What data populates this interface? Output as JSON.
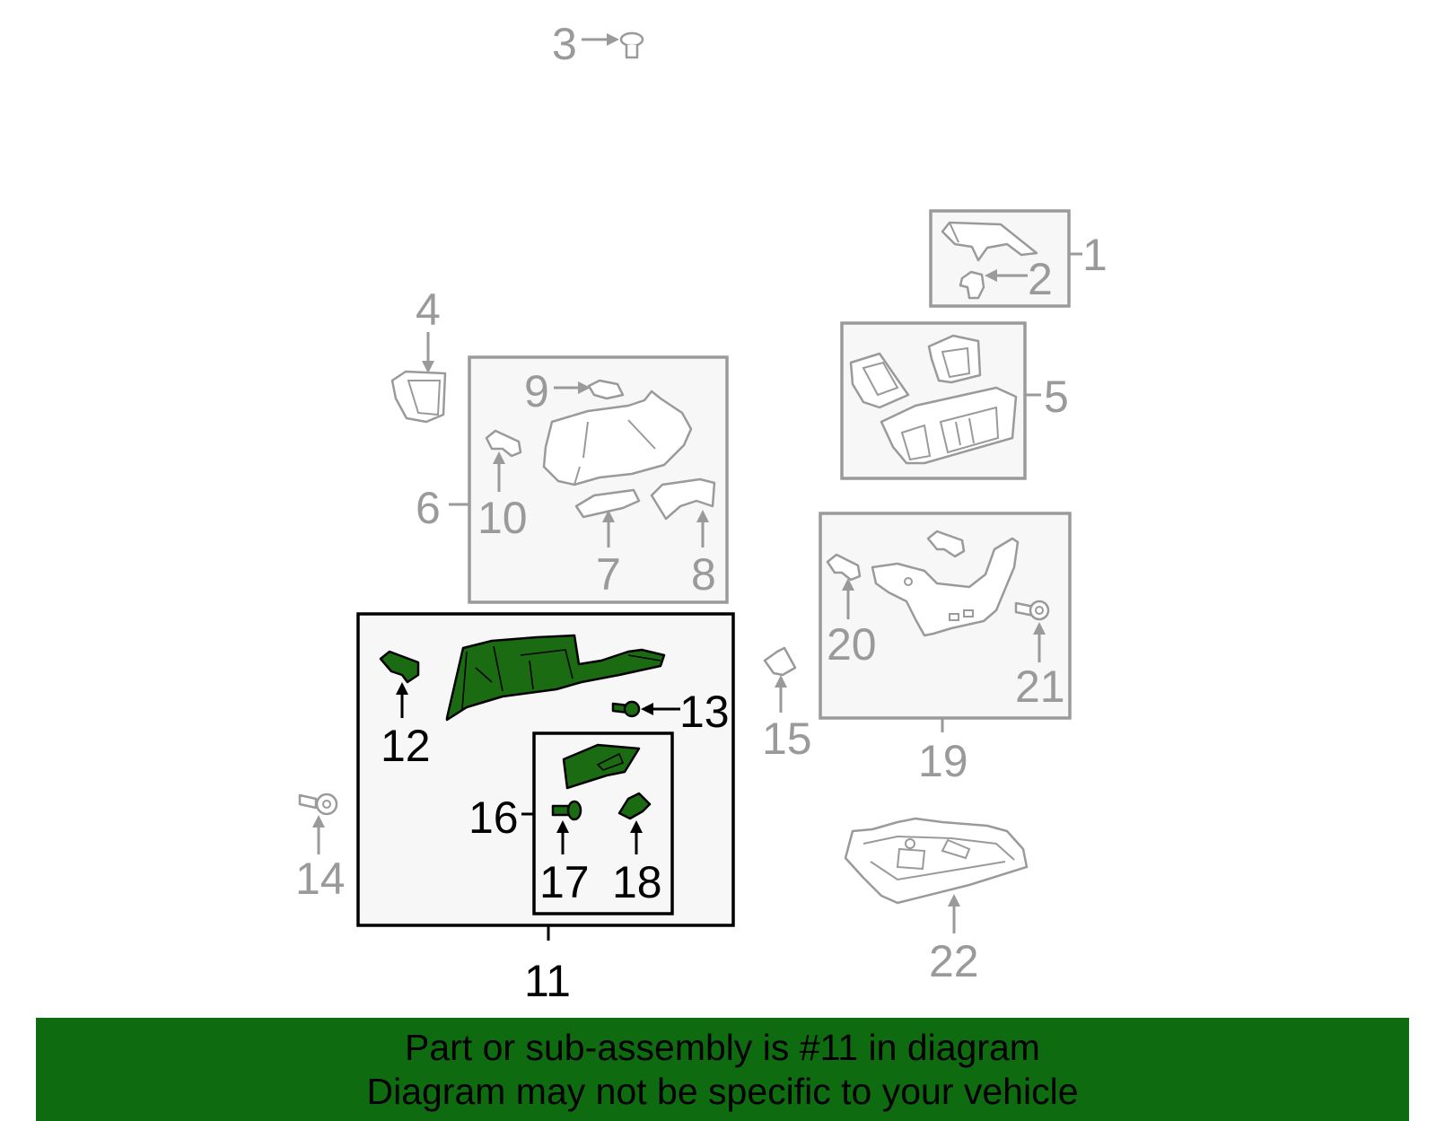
{
  "labels": {
    "c1": "1",
    "c2": "2",
    "c3": "3",
    "c4": "4",
    "c5": "5",
    "c6": "6",
    "c7": "7",
    "c8": "8",
    "c9": "9",
    "c10": "10",
    "c11": "11",
    "c12": "12",
    "c13": "13",
    "c14": "14",
    "c15": "15",
    "c16": "16",
    "c17": "17",
    "c18": "18",
    "c19": "19",
    "c20": "20",
    "c21": "21",
    "c22": "22"
  },
  "colors": {
    "highlight": "#1b6b12",
    "banner": "#0f6b10",
    "inactive": "#9a9a9a",
    "active": "#000000"
  },
  "banner": {
    "line1": "Part or sub-assembly is #11 in diagram",
    "line2": "Diagram may not be specific to your vehicle"
  }
}
